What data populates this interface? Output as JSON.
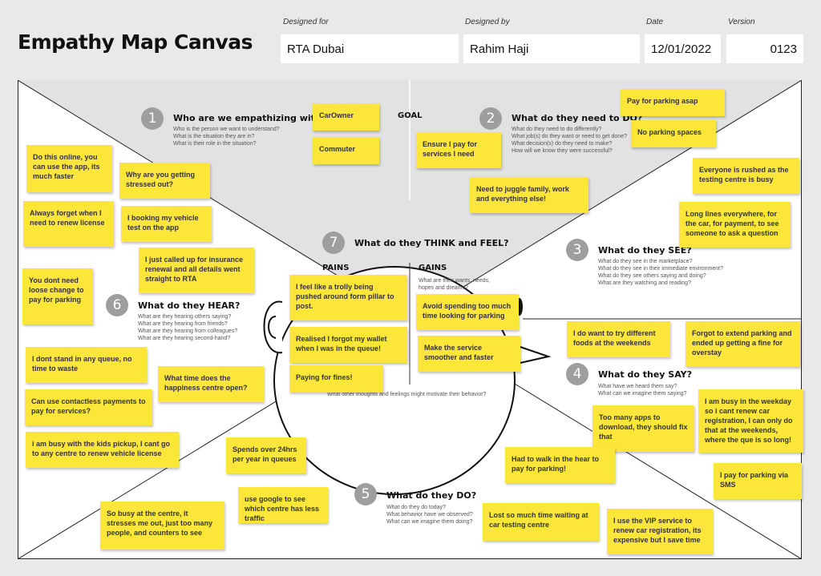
{
  "header": {
    "title": "Empathy Map Canvas",
    "designed_for_label": "Designed for",
    "designed_for": "RTA Dubai",
    "designed_by_label": "Designed by",
    "designed_by": "Rahim Haji",
    "date_label": "Date",
    "date": "12/01/2022",
    "version_label": "Version",
    "version": "0123"
  },
  "sections": {
    "who": {
      "num": "1",
      "title": "Who are we empathizing with?",
      "sub": [
        "Who is the person we want to understand?",
        "What is the situation they are in?",
        "What is their role in the situation?"
      ]
    },
    "do": {
      "num": "2",
      "title": "What do they need to DO?",
      "sub": [
        "What do they need to do differently?",
        "What job(s) do they want or need to get done?",
        "What decision(s) do they need to make?",
        "How will we know they were successful?"
      ]
    },
    "see": {
      "num": "3",
      "title": "What do they SEE?",
      "sub": [
        "What do they see in the marketplace?",
        "What do they see in their immediate environment?",
        "What do they see others saying and doing?",
        "What are they watching and reading?"
      ]
    },
    "say": {
      "num": "4",
      "title": "What do they SAY?",
      "sub": [
        "What have we heard them say?",
        "What can we imagine them saying?"
      ]
    },
    "dodo": {
      "num": "5",
      "title": "What do they DO?",
      "sub": [
        "What do they do today?",
        "What behavior have we observed?",
        "What can we imagine them doing?"
      ]
    },
    "hear": {
      "num": "6",
      "title": "What do they HEAR?",
      "sub": [
        "What are they hearing others saying?",
        "What are they hearing from friends?",
        "What are they hearing from colleagues?",
        "What are they hearing second-hand?"
      ]
    },
    "think": {
      "num": "7",
      "title": "What do they THINK and FEEL?"
    }
  },
  "labels": {
    "goal": "GOAL",
    "pains": "PAINS",
    "gains": "GAINS",
    "gains_sub": [
      "What are their wants, needs,",
      "hopes and dreams?"
    ],
    "motivate": "What other thoughts and feelings might motivate their behavior?"
  },
  "notes": {
    "carowner": "CarOwner",
    "commuter": "Commuter",
    "n_do_online": "Do this online, you can use the app, its much faster",
    "n_why_stressed": "Why are you getting stressed out?",
    "n_always_forget": "Always forget when I need to renew license",
    "n_booking": "I booking my vehicle test on the app",
    "n_called_up": "I just called up for insurance renewal and all details went straight to RTA",
    "n_loose_change": "You dont need loose change to pay for parking",
    "n_no_queue": "I dont stand in any queue, no time to waste",
    "n_happiness": "What time does the happiness centre open?",
    "n_contactless": "Can use contactless payments to pay for services?",
    "n_kids": "i am busy with the kids pickup, I cant go to any centre to renew vehicle license",
    "n_ensure_pay": "Ensure I pay for services I need",
    "n_juggle": "Need to juggle family, work and everything else!",
    "n_pay_parking": "Pay for parking asap",
    "n_no_spaces": "No parking spaces",
    "n_rushed": "Everyone is rushed as the testing centre is busy",
    "n_long_lines": "Long lines everywhere, for the car, for payment, to see someone to ask a question",
    "n_trolly": "I feel like a trolly being pushed around form pillar to post.",
    "n_wallet": "Realised I forgot my wallet when I was in the queue!",
    "n_fines": "Paying for fines!",
    "n_avoid": "Avoid spending too much time looking for parking",
    "n_smoother": "Make the service smoother and faster",
    "n_foods": "I do want to try different foods at the weekends",
    "n_forgot_extend": "Forgot to extend parking and ended up getting a fine for overstay",
    "n_busy_weekday": "I am busy in the weekday so i cant renew car registration, I can only do that at the weekends, where the que is so long!",
    "n_too_many_apps": "Too many apps to download, they should fix that",
    "n_sms": "I pay for parking via SMS",
    "n_walk": "Had to walk in the hear to pay for parking!",
    "n_24hrs": "Spends over 24hrs per year in queues",
    "n_google": "use google to see which centre has less traffic",
    "n_busy_centre": "So busy at the centre, it stresses me out, just too many people, and counters to see",
    "n_lost_time": "Lost so much time waiting at car testing centre",
    "n_vip": "I use the VIP service to renew car registration, its expensive but I save time"
  },
  "colors": {
    "sticky": "#fde63a",
    "background": "#e9e9e9",
    "number_badge": "#9e9e9e"
  }
}
